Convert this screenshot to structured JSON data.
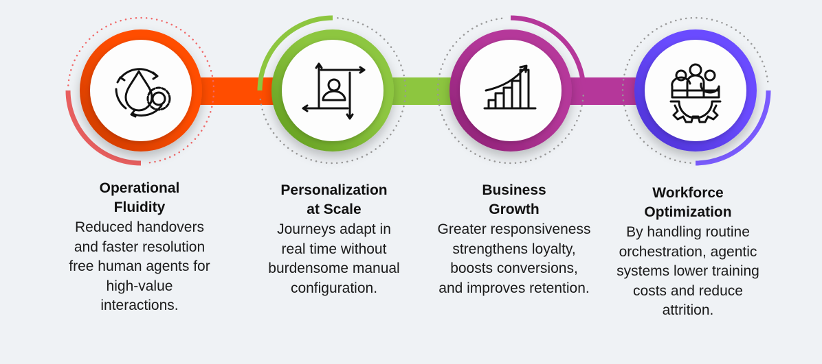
{
  "steps": [
    {
      "title_line1": "Operational",
      "title_line2": "Fluidity",
      "description": "Reduced handovers and faster resolution free human agents for high-value interactions.",
      "icon": "water-drop-gear-cycle-icon",
      "color": "#ff4d00",
      "dark": "#c93a00",
      "arc_color": "#e85f5f"
    },
    {
      "title_line1": "Personalization",
      "title_line2": "at Scale",
      "description": "Journeys adapt in real time without burdensome manual configuration.",
      "icon": "user-frame-arrows-icon",
      "color": "#8dc63f",
      "dark": "#5f9a1d",
      "arc_color": "#8dc63f"
    },
    {
      "title_line1": "Business",
      "title_line2": "Growth",
      "description": "Greater responsiveness strengthens loyalty, boosts conversions, and improves retention.",
      "icon": "growth-chart-icon",
      "color": "#b5379a",
      "dark": "#8a1f72",
      "arc_color": "#b5379a"
    },
    {
      "title_line1": "Workforce",
      "title_line2": "Optimization",
      "description": "By handling routine orchestration, agentic systems lower training costs and reduce attrition.",
      "icon": "team-gear-icon",
      "color": "#6a4cff",
      "dark": "#4a2fd0",
      "arc_color": "#7a5cff"
    }
  ]
}
